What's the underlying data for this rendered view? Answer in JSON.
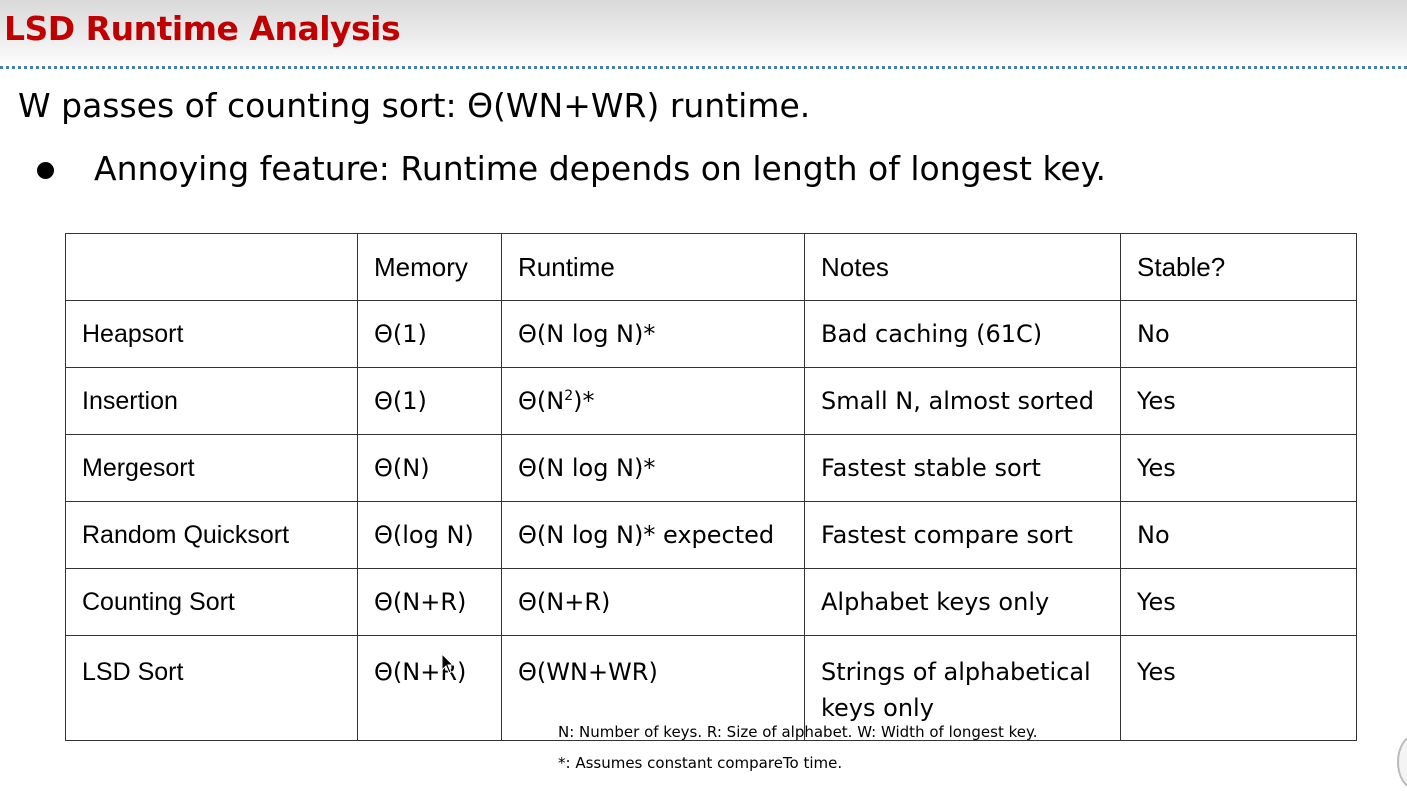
{
  "slide": {
    "title": "LSD Runtime Analysis",
    "line1": "W passes of counting sort: Θ(WN+WR) runtime.",
    "bullet": "Annoying feature: Runtime depends on length of longest key."
  },
  "table": {
    "headers": [
      "",
      "Memory",
      "Runtime",
      "Notes",
      "Stable?"
    ],
    "rows": [
      {
        "name": "Heapsort",
        "memory": "Θ(1)",
        "runtime": "Θ(N log N)*",
        "notes": "Bad caching (61C)",
        "stable": "No"
      },
      {
        "name": "Insertion",
        "memory": "Θ(1)",
        "runtime": "Θ(N2)*",
        "notes": "Small N, almost sorted",
        "stable": "Yes"
      },
      {
        "name": "Mergesort",
        "memory": "Θ(N)",
        "runtime": "Θ(N log N)*",
        "notes": "Fastest stable sort",
        "stable": "Yes"
      },
      {
        "name": "Random Quicksort",
        "memory": "Θ(log N)",
        "runtime": "Θ(N log N)* expected",
        "notes": "Fastest compare sort",
        "stable": "No"
      },
      {
        "name": "Counting Sort",
        "memory": "Θ(N+R)",
        "runtime": "Θ(N+R)",
        "notes": "Alphabet keys only",
        "stable": "Yes"
      },
      {
        "name": "LSD Sort",
        "memory": "Θ(N+R)",
        "runtime": "Θ(WN+WR)",
        "notes": "Strings of alphabetical keys only",
        "stable": "Yes"
      }
    ]
  },
  "footnotes": {
    "legend": "N: Number of keys. R: Size of alphabet. W: Width of longest key.",
    "asterisk": "*: Assumes constant compareTo time."
  }
}
